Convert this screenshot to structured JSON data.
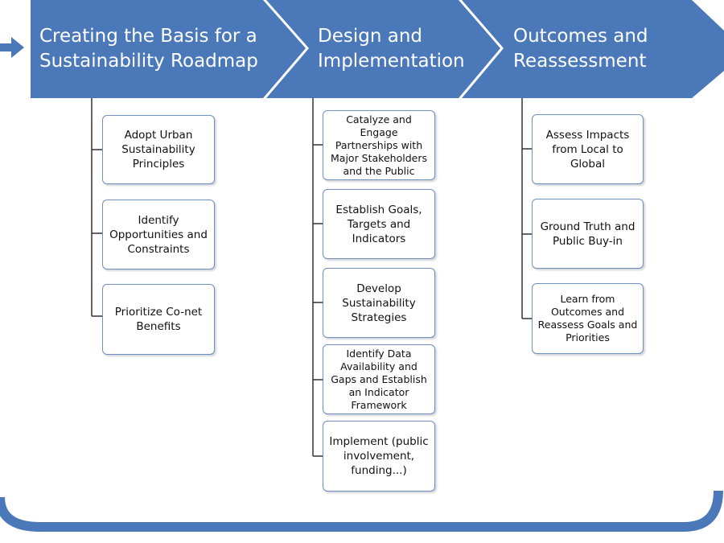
{
  "colors": {
    "banner": "#4a78b8",
    "connector": "#333333",
    "box_border": "#6f8fbf",
    "loop": "#4a78b8"
  },
  "icons": {
    "entry": "right-arrow-icon"
  },
  "phases": [
    {
      "title_lines": [
        "Creating the Basis for a",
        "Sustainability Roadmap"
      ],
      "steps": [
        {
          "lines": [
            "Adopt Urban",
            "Sustainability",
            "Principles"
          ]
        },
        {
          "lines": [
            "Identify",
            "Opportunities and",
            "Constraints"
          ]
        },
        {
          "lines": [
            "Prioritize Co-net",
            "Benefits"
          ]
        }
      ]
    },
    {
      "title_lines": [
        "Design and",
        "Implementation"
      ],
      "steps": [
        {
          "lines": [
            "Catalyze and",
            "Engage",
            "Partnerships with",
            "Major Stakeholders",
            "and the Public"
          ]
        },
        {
          "lines": [
            "Establish Goals,",
            "Targets and",
            "Indicators"
          ]
        },
        {
          "lines": [
            "Develop",
            "Sustainability",
            "Strategies"
          ]
        },
        {
          "lines": [
            "Identify Data",
            "Availability and",
            "Gaps and Establish",
            "an Indicator",
            "Framework"
          ]
        },
        {
          "lines": [
            "Implement (public",
            "involvement,",
            "funding...)"
          ]
        }
      ]
    },
    {
      "title_lines": [
        "Outcomes and",
        "Reassessment"
      ],
      "steps": [
        {
          "lines": [
            "Assess Impacts",
            "from Local to",
            "Global"
          ]
        },
        {
          "lines": [
            "Ground Truth and",
            "Public Buy-in"
          ]
        },
        {
          "lines": [
            "Learn from",
            "Outcomes and",
            "Reassess Goals and",
            "Priorities"
          ]
        }
      ]
    }
  ]
}
